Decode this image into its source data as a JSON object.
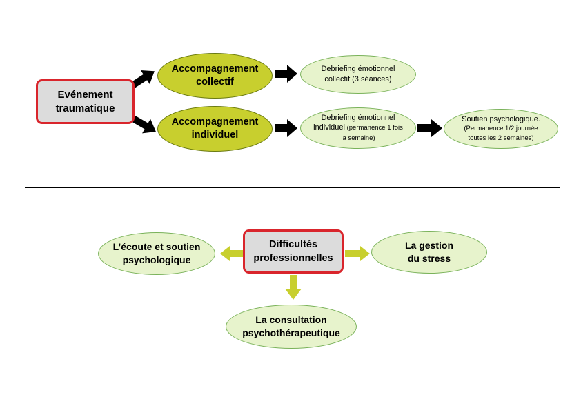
{
  "top": {
    "source": "Evénement\ntraumatique",
    "collective": "Accompagnement\ncollectif",
    "individual": "Accompagnement\nindividuel",
    "debrief_collective": "Debriefing émotionnel\ncollectif (3 séances)",
    "debrief_individual_main": "Debriefing émotionnel\nindividuel",
    "debrief_individual_note": " (permanence 1 fois\nla semaine)",
    "support_main": "Soutien psychologique.",
    "support_note": "(Permanence 1/2 journée\ntoutes les 2 semaines)"
  },
  "bottom": {
    "center": "Difficultés\nprofessionnelles",
    "left": "L’écoute et soutien\npsychologique",
    "right": "La gestion\ndu stress",
    "down": "La consultation\npsychothérapeutique"
  },
  "colors": {
    "rect_border": "#d9252c",
    "rect_fill": "#dcdcdc",
    "oval_dark_fill": "#c8cf2e",
    "oval_light_fill": "#e7f3cc",
    "arrow_black": "#000000",
    "arrow_green": "#c8cf2e"
  }
}
